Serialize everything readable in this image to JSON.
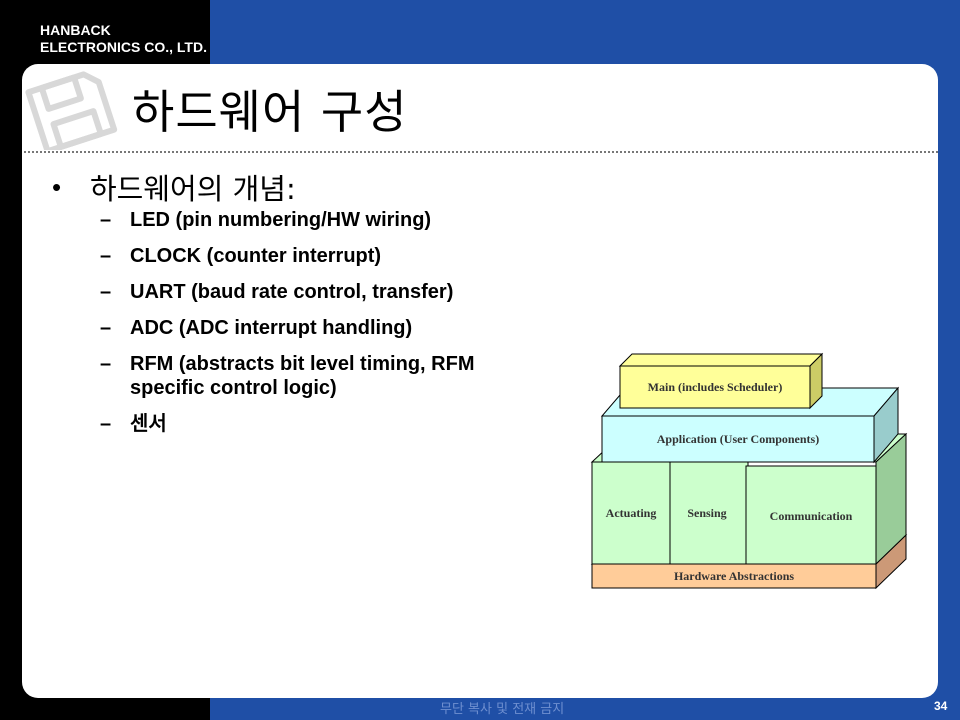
{
  "header": {
    "company_line1": "HANBACK",
    "company_line2": "ELECTRONICS CO., LTD."
  },
  "slide": {
    "title": "하드웨어 구성",
    "bullet": "하드웨어의 개념:",
    "items": [
      {
        "dash": "–",
        "text": "LED (pin numbering/HW wiring)"
      },
      {
        "dash": "–",
        "text": "CLOCK (counter interrupt)"
      },
      {
        "dash": "–",
        "text": "UART (baud rate control, transfer)"
      },
      {
        "dash": "–",
        "text": "ADC (ADC interrupt handling)"
      },
      {
        "dash": "–",
        "text": "RFM (abstracts bit level timing, RFM",
        "text2": "specific control logic)"
      },
      {
        "dash": "–",
        "text": "센서"
      }
    ]
  },
  "diagram": {
    "main": "Main (includes Scheduler)",
    "application": "Application (User Components)",
    "actuating": "Actuating",
    "sensing": "Sensing",
    "communication": "Communication",
    "hardware": "Hardware Abstractions",
    "colors": {
      "main": "#ffff99",
      "application": "#ccffff",
      "components": "#ccffcc",
      "hardware": "#ffcc99"
    }
  },
  "footer": {
    "text": "무단 복사 및 전재 금지",
    "page": "34"
  }
}
